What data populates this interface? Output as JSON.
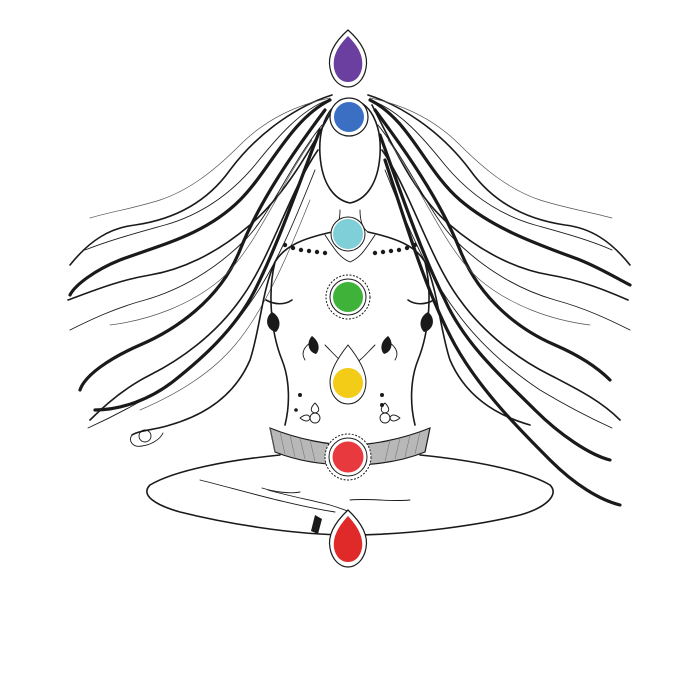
{
  "illustration": {
    "subject": "meditating-figure-with-seven-chakras",
    "line_color": "#1a1a1a",
    "background": "#ffffff",
    "chakras": [
      {
        "name": "crown",
        "shape": "drop",
        "color": "#6a3fa0"
      },
      {
        "name": "third-eye",
        "shape": "circle",
        "color": "#3a6fc4"
      },
      {
        "name": "throat",
        "shape": "circle",
        "color": "#7fcfd9"
      },
      {
        "name": "heart",
        "shape": "circle",
        "color": "#3fb23a"
      },
      {
        "name": "solar-plexus",
        "shape": "circle",
        "color": "#f2cc17"
      },
      {
        "name": "sacral",
        "shape": "circle",
        "color": "#e8393f"
      },
      {
        "name": "root",
        "shape": "drop",
        "color": "#e02a2a"
      }
    ]
  }
}
